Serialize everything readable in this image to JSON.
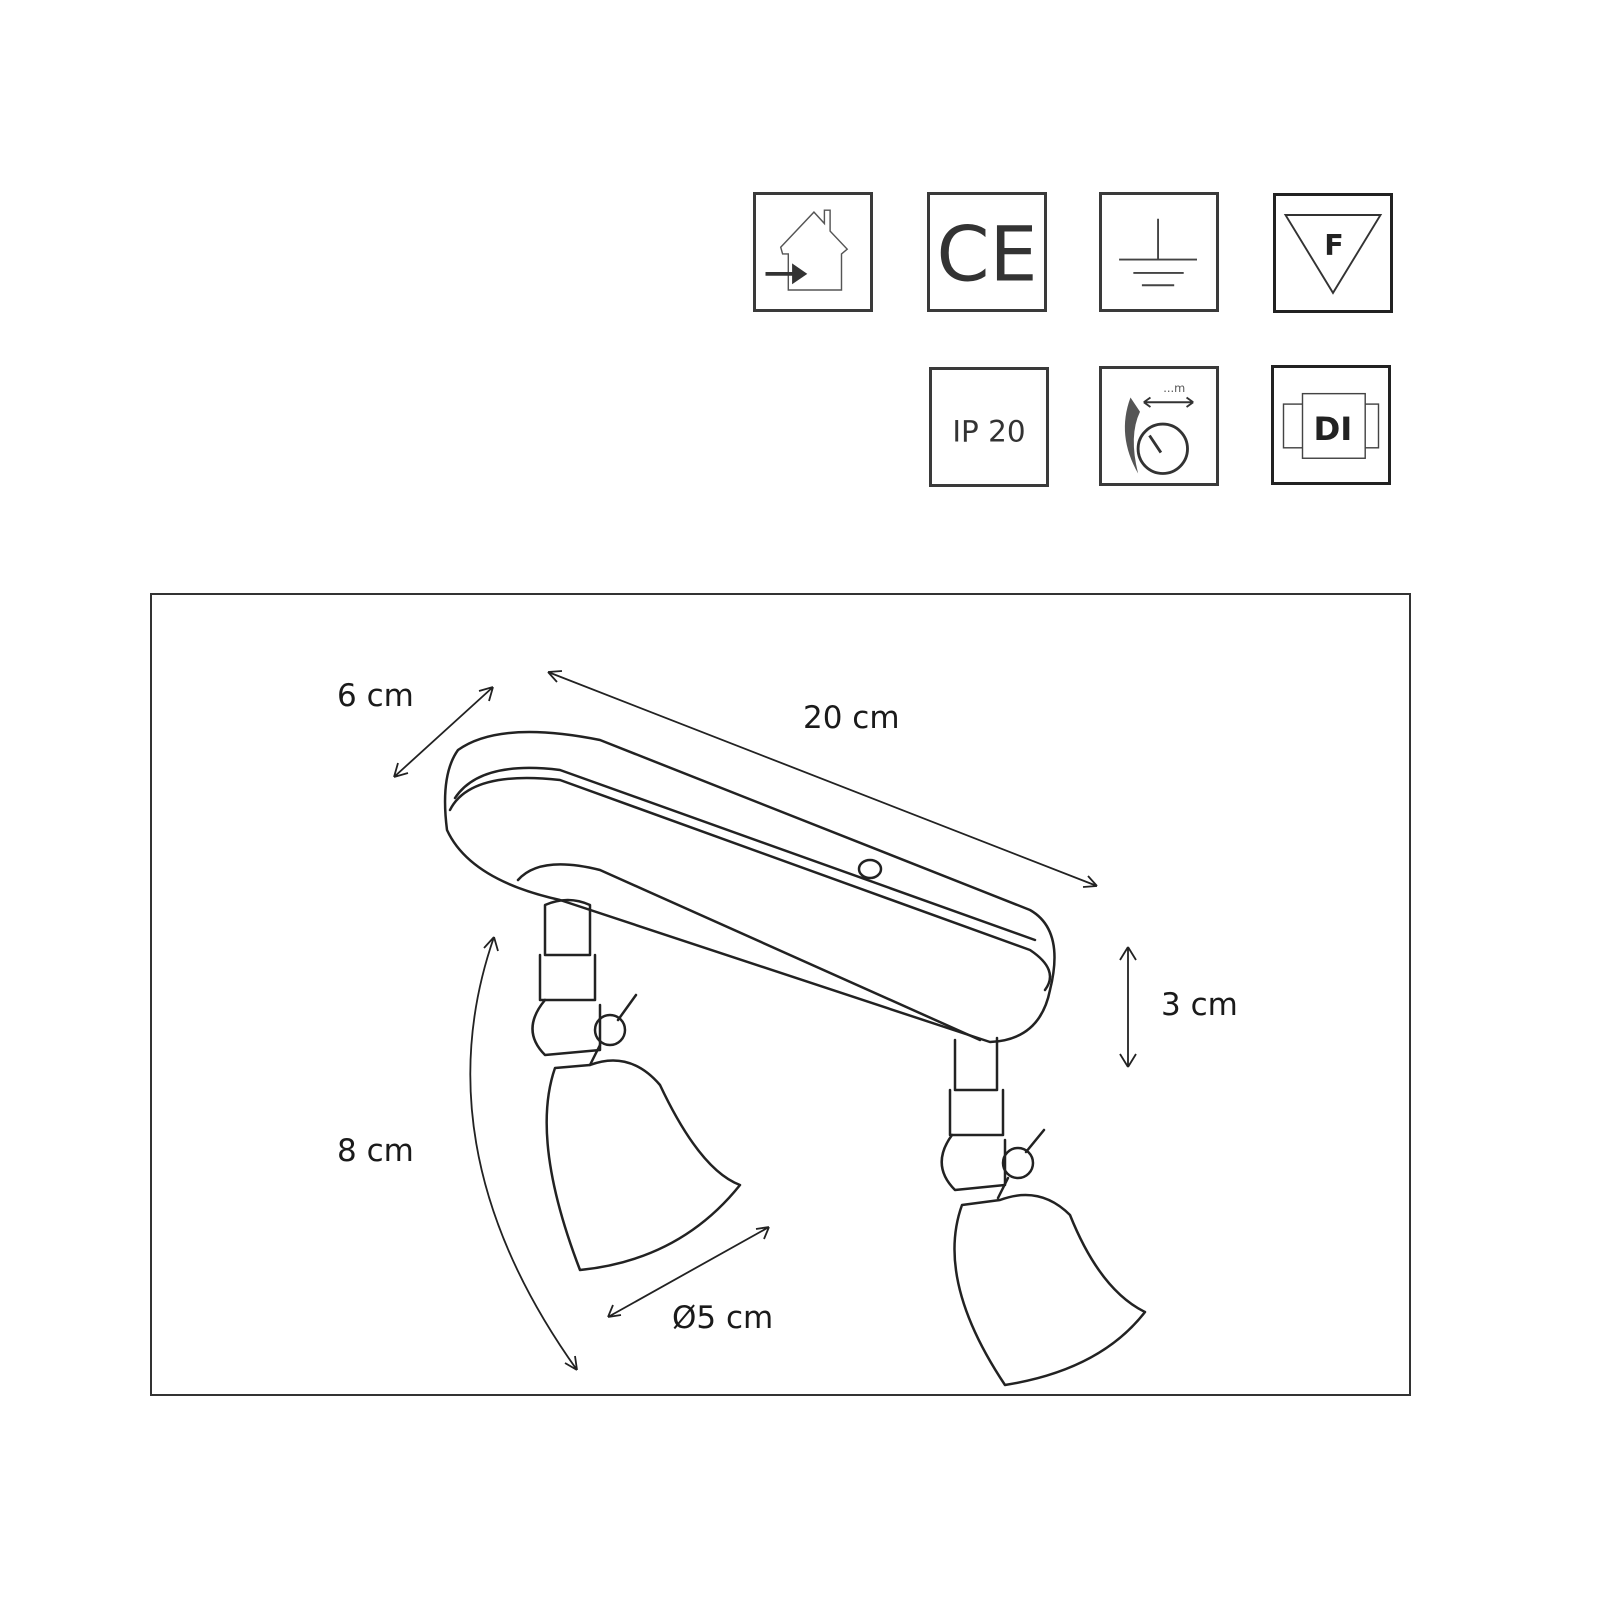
{
  "icons": {
    "ce_label": "CE",
    "class_f_label": "F",
    "ip_label": "IP 20",
    "distance_label": "...m",
    "di_label": "DI"
  },
  "dimensions": {
    "depth": "6 cm",
    "length": "20 cm",
    "height": "3 cm",
    "arm": "8 cm",
    "diameter": "Ø5 cm"
  }
}
